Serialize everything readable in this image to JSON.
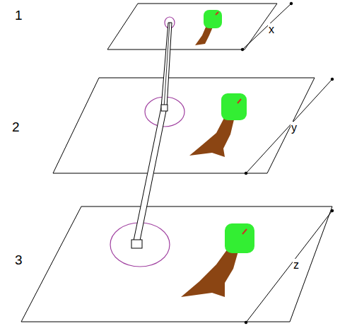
{
  "diagram": {
    "labels": [
      "1",
      "2",
      "3",
      "x",
      "y",
      "z"
    ]
  }
}
